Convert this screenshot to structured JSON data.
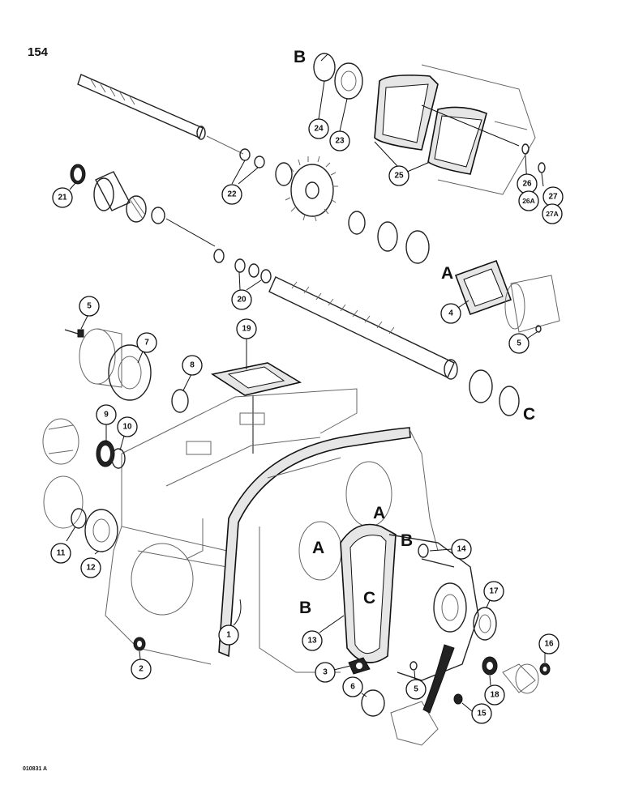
{
  "page": {
    "number": "154",
    "figure_code": "010831 A"
  },
  "section_letters": {
    "a1": "A",
    "a2": "A",
    "a3": "A",
    "b1": "B",
    "b2": "B",
    "b3": "B",
    "c1": "C",
    "c2": "C"
  },
  "callouts": {
    "c1": "1",
    "c2": "2",
    "c3": "3",
    "c4": "4",
    "c5a": "5",
    "c5b": "5",
    "c5c": "5",
    "c6": "6",
    "c7": "7",
    "c8": "8",
    "c9": "9",
    "c10": "10",
    "c11": "11",
    "c12": "12",
    "c13": "13",
    "c14": "14",
    "c15": "15",
    "c16": "16",
    "c17": "17",
    "c18": "18",
    "c19": "19",
    "c20": "20",
    "c21": "21",
    "c22": "22",
    "c23": "23",
    "c24": "24",
    "c25": "25",
    "c26": "26",
    "c26a": "26A",
    "c27": "27",
    "c27a": "27A"
  },
  "colors": {
    "ink": "#111111",
    "shade": "#e6e6e6",
    "paper": "#ffffff"
  }
}
